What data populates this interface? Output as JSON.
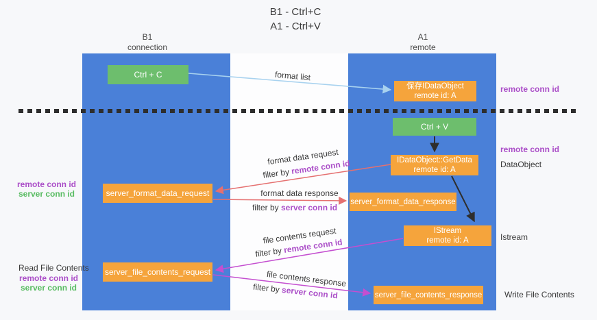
{
  "colors": {
    "page-bg": "#f7f8fa",
    "canvas-bg": "#fdfdfe",
    "lane-blue": "#4a80d8",
    "box-orange": "#f5a43c",
    "box-green": "#6dbe6d",
    "arrow-blue": "#a8d2ef",
    "arrow-black": "#2e2e2e",
    "arrow-red": "#e57070",
    "arrow-magenta": "#c44fd0",
    "text-dark": "#3a3a3a",
    "text-purple": "#ab4fc8",
    "text-green": "#57bb60"
  },
  "title": {
    "line1": "B1 - Ctrl+C",
    "line2": "A1 - Ctrl+V"
  },
  "lanes": {
    "left": {
      "name": "B1",
      "role": "connection"
    },
    "right": {
      "name": "A1",
      "role": "remote"
    }
  },
  "boxes": {
    "ctrl_c": {
      "label": "Ctrl + C"
    },
    "save_dataobject": {
      "line1": "保存IDataObject",
      "line2": "remote id: A"
    },
    "ctrl_v": {
      "label": "Ctrl + V"
    },
    "getdata": {
      "line1": "IDataObject::GetData",
      "line2": "remote id: A"
    },
    "format_request": {
      "label": "server_format_data_request"
    },
    "format_response": {
      "label": "server_format_data_response"
    },
    "istream": {
      "line1": "IStream",
      "line2": "remote id: A"
    },
    "file_request": {
      "label": "server_file_contents_request"
    },
    "file_response": {
      "label": "server_file_contents_response"
    }
  },
  "flows": {
    "format_list": {
      "label": "format list"
    },
    "format_data_request": {
      "label": "format data request",
      "filter_prefix": "filter by ",
      "filter_key": "remote conn id"
    },
    "format_data_response": {
      "label": "format data response",
      "filter_prefix": "filter by ",
      "filter_key": "server conn id"
    },
    "file_contents_request": {
      "label": "file contents request",
      "filter_prefix": "filter by ",
      "filter_key": "remote conn id"
    },
    "file_contents_response": {
      "label": "file contents response",
      "filter_prefix": "filter by ",
      "filter_key": "server conn id"
    }
  },
  "margins": {
    "right": {
      "remote_conn_id_1": "remote conn id",
      "remote_conn_id_2": "remote conn id",
      "dataobject": "DataObject",
      "istream": "Istream",
      "write_file": "Write File Contents"
    },
    "left": {
      "remote_conn_id_1": "remote conn id",
      "server_conn_id_1": "server conn id",
      "read_file": "Read File Contents",
      "remote_conn_id_2": "remote conn id",
      "server_conn_id_2": "server conn id"
    }
  }
}
